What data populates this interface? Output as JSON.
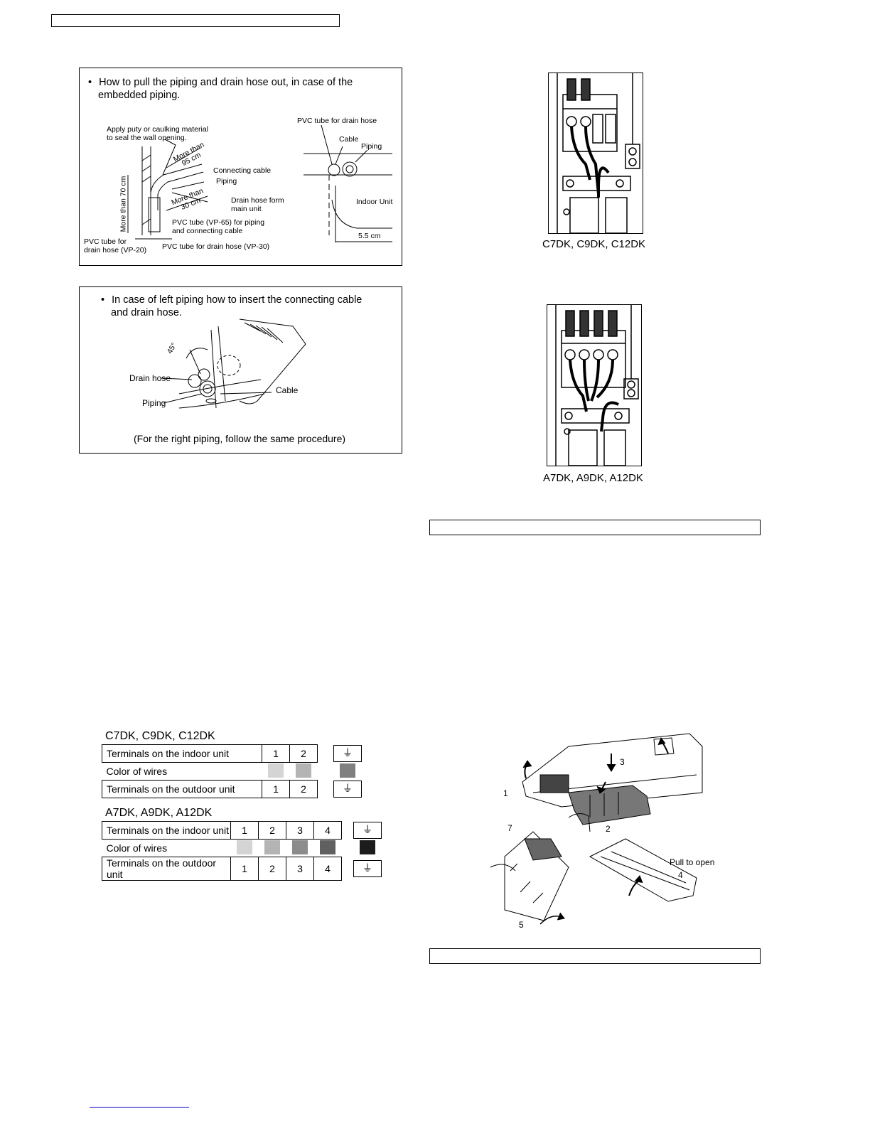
{
  "fig_embedded": {
    "bullet": "•",
    "title_line1": "How to pull the piping and drain hose out, in case of the",
    "title_line2": "embedded piping.",
    "labels": {
      "apply1": "Apply puty or caulking material",
      "apply2": "to seal the wall opening.",
      "more_than_95_a": "More than",
      "more_than_95_b": "95 cm",
      "connecting_cable": "Connecting cable",
      "piping": "Piping",
      "more_than_70": "More than 70 cm",
      "more_than_30_a": "More than",
      "more_than_30_b": "30 cm",
      "drain_hose_form1": "Drain hose form",
      "drain_hose_form2": "main unit",
      "pvc65_1": "PVC tube (VP-65) for piping",
      "pvc65_2": "and connecting cable",
      "pvc20_1": "PVC tube for",
      "pvc20_2": "drain hose (VP-20)",
      "pvc30": "PVC tube for drain hose (VP-30)",
      "pvc_drain": "PVC tube for drain hose",
      "cable": "Cable",
      "piping2": "Piping",
      "indoor_unit": "Indoor Unit",
      "dim_55": "5.5 cm"
    }
  },
  "fig_left_piping": {
    "bullet": "•",
    "title_line1": "In case of left piping how to insert the connecting cable",
    "title_line2": "and drain hose.",
    "labels": {
      "angle": "45°",
      "drain_hose": "Drain hose",
      "piping": "Piping",
      "cable": "Cable"
    },
    "note": "(For the right piping, follow the same procedure)"
  },
  "terminal_photos": {
    "caption1": "C7DK, C9DK, C12DK",
    "caption2": "A7DK, A9DK, A12DK"
  },
  "wire_tables": {
    "c_title": "C7DK, C9DK, C12DK",
    "a_title": "A7DK, A9DK, A12DK",
    "row_indoor": "Terminals on the indoor unit",
    "row_color": "Color of wires",
    "row_outdoor": "Terminals on the outdoor unit",
    "c_terms": [
      "1",
      "2"
    ],
    "a_terms": [
      "1",
      "2",
      "3",
      "4"
    ],
    "ground_symbol": "⏚",
    "c_colors": [
      "#d4d4d4",
      "#b4b4b4",
      "#808080"
    ],
    "a_colors": [
      "#d4d4d4",
      "#b4b4b4",
      "#8c8c8c",
      "#606060",
      "#1c1c1c"
    ]
  },
  "filter_figure": {
    "labels": {
      "n1": "1",
      "n2": "2",
      "n3": "3",
      "n4": "4",
      "n5": "5",
      "n7": "7",
      "pull_to_open": "Pull to open"
    }
  }
}
